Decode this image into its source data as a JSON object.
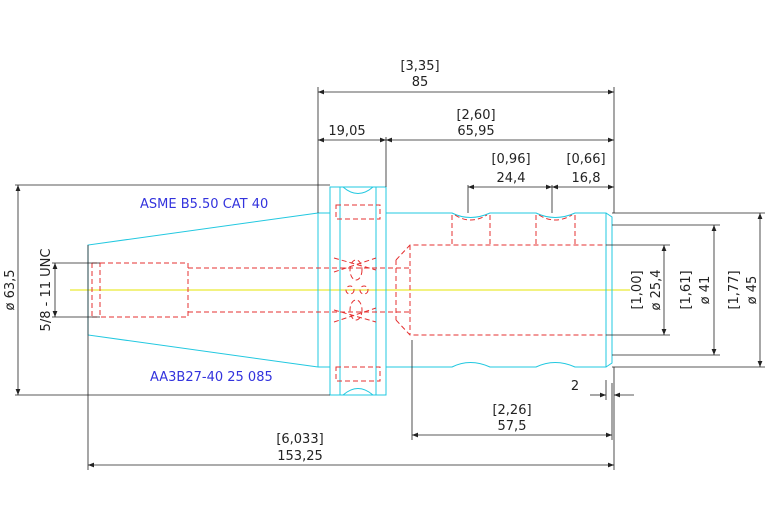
{
  "colors": {
    "background": "#ffffff",
    "outline": "#22c8e0",
    "hidden_lines": "#e53030",
    "dimension_lines": "#222222",
    "dimension_text": "#222222",
    "note_text": "#3333dd",
    "centerline": "#e6e600"
  },
  "notes": {
    "standard": "ASME B5.50 CAT 40",
    "part_number": "AA3B27-40 25 085"
  },
  "dimensions": {
    "overall_projection": {
      "inch": "[3,35]",
      "mm": "85"
    },
    "body_length": {
      "inch": "[2,60]",
      "mm": "65,95"
    },
    "flange_width": {
      "mm": "19,05"
    },
    "groove_pitch_a": {
      "inch": "[0,96]",
      "mm": "24,4"
    },
    "groove_pitch_b": {
      "inch": "[0,66]",
      "mm": "16,8"
    },
    "taper_diameter": {
      "mm": "ø 63,5"
    },
    "retention_thread": {
      "text": "5/8 - 11 UNC"
    },
    "bore_diameter": {
      "inch": "[1,00]",
      "mm": "ø 25,4"
    },
    "collar_diameter": {
      "inch": "[1,61]",
      "mm": "ø 41"
    },
    "body_diameter": {
      "inch": "[1,77]",
      "mm": "ø 45"
    },
    "end_step": {
      "mm": "2"
    },
    "bore_depth": {
      "inch": "[2,26]",
      "mm": "57,5"
    },
    "overall_length": {
      "inch": "[6,033]",
      "mm": "153,25"
    }
  }
}
